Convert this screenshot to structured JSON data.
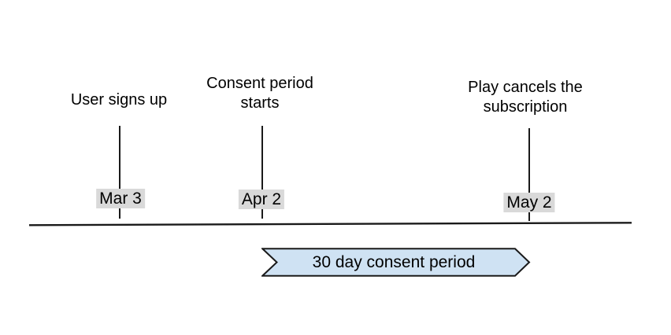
{
  "timeline": {
    "events": [
      {
        "label": "User signs up",
        "date": "Mar 3"
      },
      {
        "label": "Consent period starts",
        "date": "Apr 2"
      },
      {
        "label": "Play cancels the subscription",
        "date": "May 2"
      }
    ],
    "banner_label": "30 day consent period",
    "colors": {
      "banner_fill": "#cfe2f3",
      "banner_border": "#1a1a1a",
      "date_label_bg": "#d9d9d9",
      "line": "#1a1a1a",
      "text": "#000000"
    }
  }
}
